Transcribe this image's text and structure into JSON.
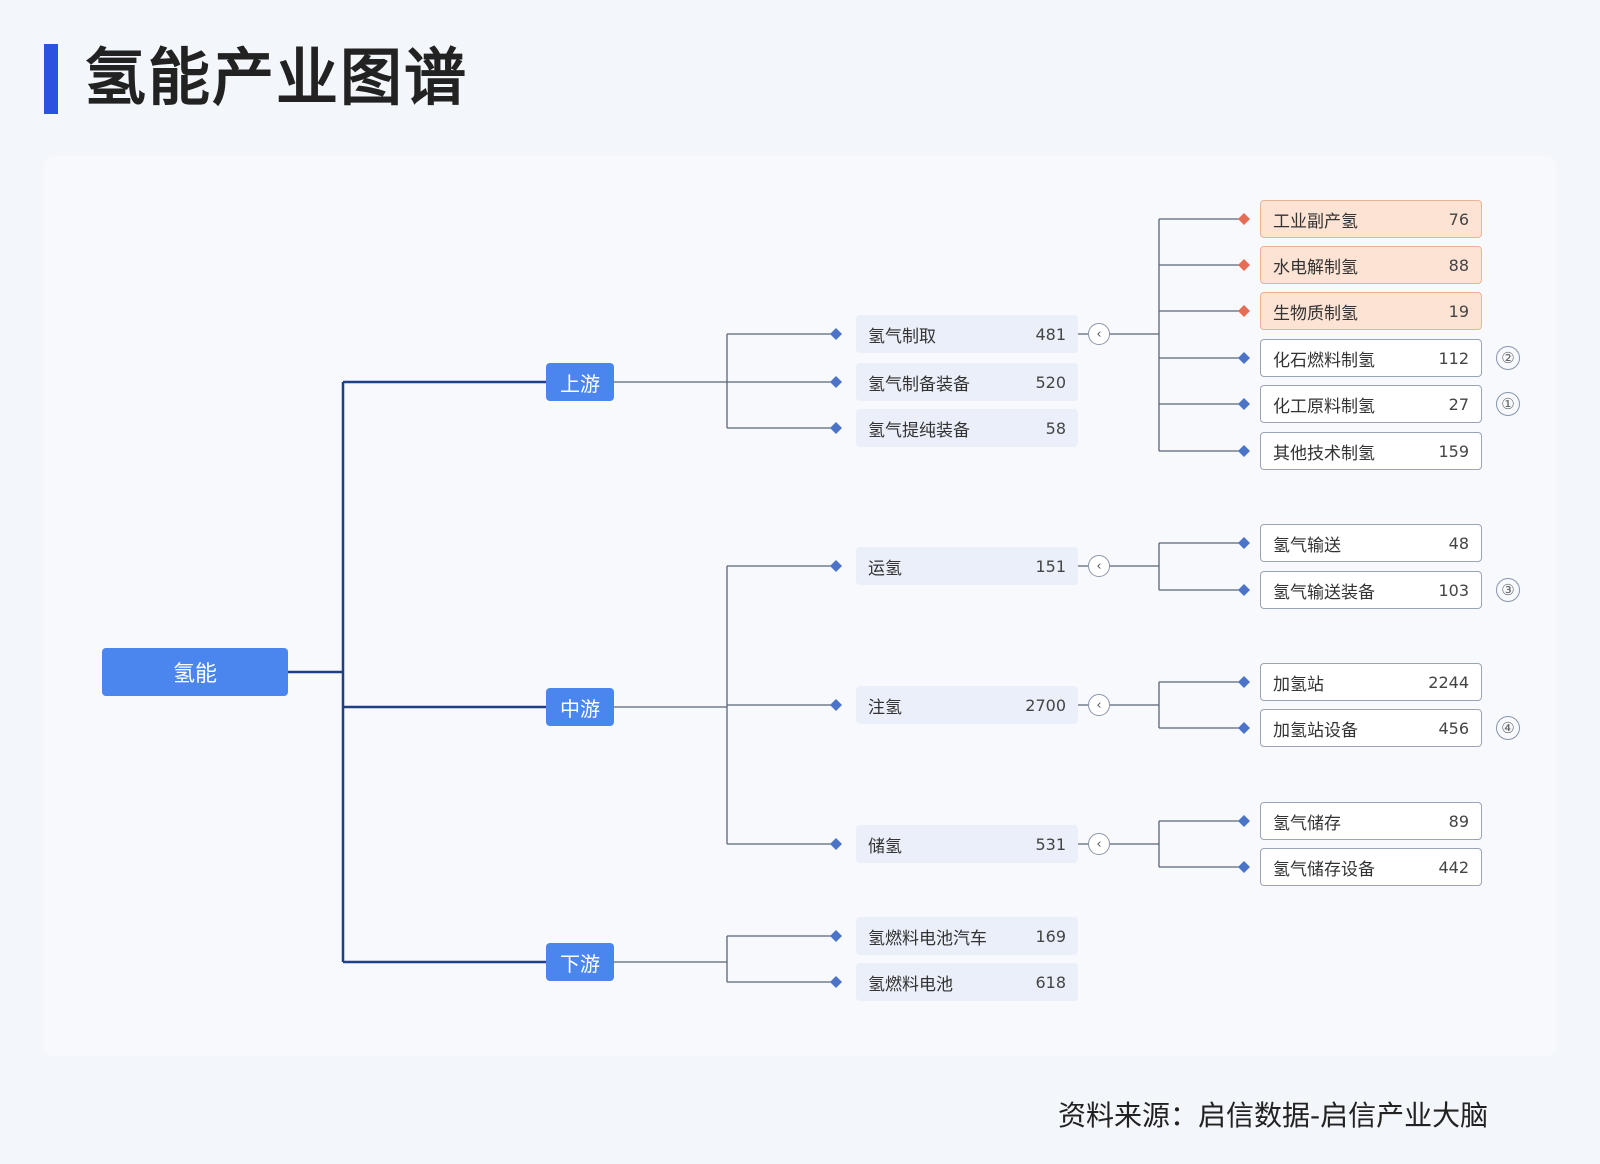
{
  "title": "氢能产业图谱",
  "root": "氢能",
  "upstream": {
    "label": "上游",
    "items": [
      {
        "label": "氢气制取",
        "count": "481"
      },
      {
        "label": "氢气制备装备",
        "count": "520"
      },
      {
        "label": "氢气提纯装备",
        "count": "58"
      }
    ],
    "production": [
      {
        "label": "工业副产氢",
        "count": "76"
      },
      {
        "label": "水电解制氢",
        "count": "88"
      },
      {
        "label": "生物质制氢",
        "count": "19"
      },
      {
        "label": "化石燃料制氢",
        "count": "112",
        "marker": "②"
      },
      {
        "label": "化工原料制氢",
        "count": "27",
        "marker": "①"
      },
      {
        "label": "其他技术制氢",
        "count": "159"
      }
    ]
  },
  "midstream": {
    "label": "中游",
    "transport": {
      "label": "运氢",
      "count": "151",
      "children": [
        {
          "label": "氢气输送",
          "count": "48"
        },
        {
          "label": "氢气输送装备",
          "count": "103",
          "marker": "③"
        }
      ]
    },
    "refuel": {
      "label": "注氢",
      "count": "2700",
      "children": [
        {
          "label": "加氢站",
          "count": "2244"
        },
        {
          "label": "加氢站设备",
          "count": "456",
          "marker": "④"
        }
      ]
    },
    "storage": {
      "label": "储氢",
      "count": "531",
      "children": [
        {
          "label": "氢气储存",
          "count": "89"
        },
        {
          "label": "氢气储存设备",
          "count": "442"
        }
      ]
    }
  },
  "downstream": {
    "label": "下游",
    "items": [
      {
        "label": "氢燃料电池汽车",
        "count": "169"
      },
      {
        "label": "氢燃料电池",
        "count": "618"
      }
    ]
  },
  "collapse_symbol": "‹",
  "source": "资料来源：启信数据-启信产业大脑",
  "colors": {
    "accent": "#2a52e0",
    "node": "#4b86ee",
    "line": "#1f3f86",
    "diamond": "#4b74c8",
    "highlight_diamond": "#e46d55"
  }
}
